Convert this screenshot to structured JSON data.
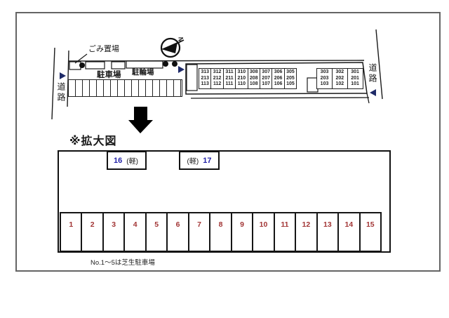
{
  "colors": {
    "line": "#1a1a1a",
    "page_border": "#646464",
    "stall_number": "#a23535",
    "kei_number": "#2323a8",
    "arrow_navy": "#1e2a68"
  },
  "overview": {
    "garbage_label": "ごみ置場",
    "parking_label": "駐車場",
    "bicycle_label": "駐輪場",
    "road_label_left": "道路",
    "road_label_right": "道路",
    "compass": {
      "north_label": "N"
    },
    "building": {
      "stair_gap_after": 7,
      "cells": [
        {
          "rows": [
            "313",
            "213",
            "113"
          ]
        },
        {
          "rows": [
            "312",
            "212",
            "112"
          ]
        },
        {
          "rows": [
            "311",
            "211",
            "111"
          ]
        },
        {
          "rows": [
            "310",
            "210",
            "110"
          ]
        },
        {
          "rows": [
            "308",
            "208",
            "108"
          ]
        },
        {
          "rows": [
            "307",
            "207",
            "107"
          ]
        },
        {
          "rows": [
            "306",
            "206",
            "106"
          ]
        },
        {
          "rows": [
            "305",
            "205",
            "105"
          ]
        },
        {
          "rows": [
            "303",
            "203",
            "103"
          ],
          "wide": true
        },
        {
          "rows": [
            "302",
            "202",
            "102"
          ],
          "wide": true
        },
        {
          "rows": [
            "301",
            "201",
            "101"
          ],
          "wide": true
        }
      ]
    }
  },
  "enlarged": {
    "heading": "※拡大図",
    "kei_boxes": [
      {
        "number": "16",
        "label": "(軽)"
      },
      {
        "number": "17",
        "label": "(軽)"
      }
    ],
    "stalls": [
      "1",
      "2",
      "3",
      "4",
      "5",
      "6",
      "7",
      "8",
      "9",
      "10",
      "11",
      "12",
      "13",
      "14",
      "15"
    ],
    "note": "No.1〜5は芝生駐車場"
  }
}
